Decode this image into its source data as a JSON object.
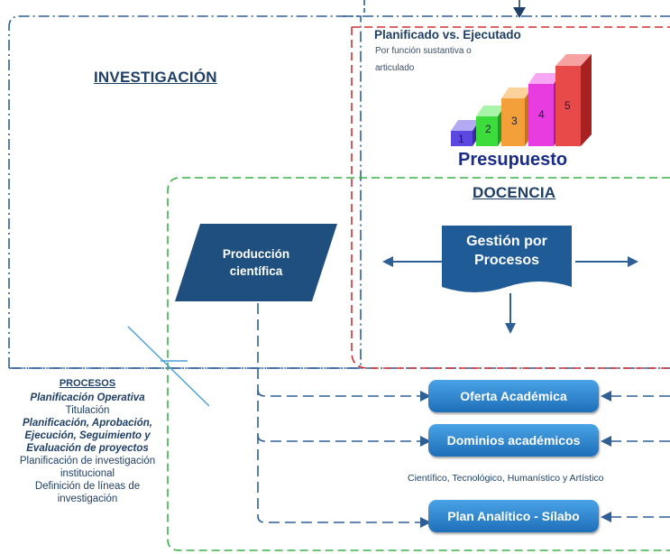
{
  "investigacion": {
    "title": "INVESTIGACIÓN"
  },
  "presupuesto": {
    "title": "Planificado vs. Ejecutado",
    "subtitle_line1": "Por función sustantiva o",
    "subtitle_line2": "articulado",
    "label": "Presupuesto",
    "steps": [
      {
        "label": "1",
        "color": "#6a5ae8"
      },
      {
        "label": "2",
        "color": "#3ddc3d"
      },
      {
        "label": "3",
        "color": "#f4a03a"
      },
      {
        "label": "4",
        "color": "#e83ce0"
      },
      {
        "label": "5",
        "color": "#e84a4a"
      }
    ]
  },
  "docencia": {
    "title": "DOCENCIA"
  },
  "produccion": {
    "line1": "Producción",
    "line2": "científica"
  },
  "gestion": {
    "line1": "Gestión por",
    "line2": "Procesos"
  },
  "procesos": {
    "title": "PROCESOS",
    "l1": "Planificación Operativa",
    "l2": "Titulación",
    "l3": "Planificación, Aprobación,",
    "l4": "Ejecución, Seguimiento y",
    "l5": "Evaluación de proyectos",
    "l6": "Planificación de investigación",
    "l7": "institucional",
    "l8": "Definición de líneas de",
    "l9": "investigación"
  },
  "buttons": {
    "oferta": "Oferta Académica",
    "dominios": "Dominios académicos",
    "plan": "Plan Analítico - Sílabo"
  },
  "dominios_note": "Científico, Tecnológico, Humanístico y Artístico",
  "colors": {
    "navy": "#1f3f66",
    "dash_blue": "#2f5f95",
    "dash_red": "#d03030",
    "dash_green": "#3cb04a",
    "button_blue": "#1d6fb8"
  }
}
